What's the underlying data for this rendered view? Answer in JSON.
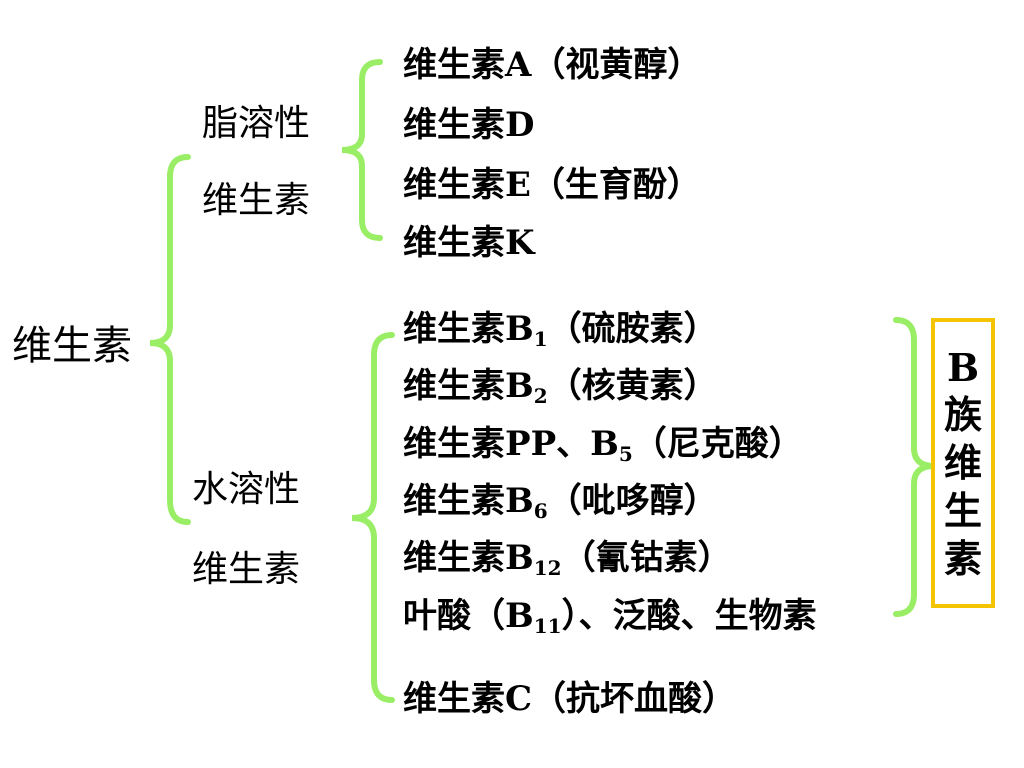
{
  "root_label": "维生素",
  "fat_soluble": {
    "label_line1": "脂溶性",
    "label_line2": "维生素",
    "items": [
      {
        "text": "维生素A（视黄醇）"
      },
      {
        "text": "维生素D"
      },
      {
        "text": "维生素E（生育酚）"
      },
      {
        "text": "维生素K"
      }
    ]
  },
  "water_soluble": {
    "label_line1": "水溶性",
    "label_line2": "维生素",
    "items": [
      {
        "pre": "维生素B",
        "sub": "1",
        "post": "（硫胺素）"
      },
      {
        "pre": "维生素B",
        "sub": "2",
        "post": "（核黄素）"
      },
      {
        "pre": "维生素PP、B",
        "sub": "5",
        "post": "（尼克酸）"
      },
      {
        "pre": "维生素B",
        "sub": "6",
        "post": "（吡哆醇）"
      },
      {
        "pre": "维生素B",
        "sub": "12",
        "post": "（氰钴素）"
      },
      {
        "pre": "叶酸（B",
        "sub": "11",
        "post": "）、泛酸、生物素"
      },
      {
        "pre": "维生素C（抗坏血酸）",
        "sub": "",
        "post": ""
      }
    ]
  },
  "b_group": {
    "chars": [
      "B",
      "族",
      "维",
      "生",
      "素"
    ]
  },
  "colors": {
    "brace": "#99ee66",
    "box_border": "#f5c400",
    "text": "#000000"
  }
}
